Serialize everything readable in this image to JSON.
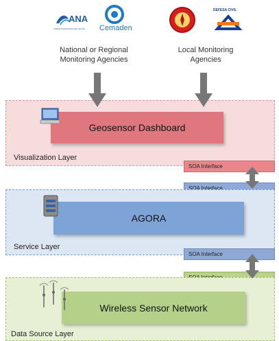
{
  "agencies": {
    "left_label_line1": "National or Regional",
    "left_label_line2": "Monitoring Agencies",
    "right_label_line1": "Local Monitoring",
    "right_label_line2": "Agencies"
  },
  "logos": {
    "ana_text": "ANA",
    "ana_subtext": "AGÊNCIA NACIONAL DE ÁGUAS",
    "cemaden_text": "Cemaden",
    "defesa_text": "DEFESA CIVIL"
  },
  "layers": {
    "visualization": {
      "label": "Visualization Layer",
      "block": "Geosensor Dashboard"
    },
    "service": {
      "label": "Service Layer",
      "block": "AGORA"
    },
    "data_source": {
      "label": "Data Source Layer",
      "block": "Wireless Sensor Network"
    }
  },
  "interfaces": {
    "soa_1": "SOA Interface",
    "soa_2": "SOA Interface",
    "soa_3": "SOA Interface",
    "soa_4": "SOA Interface"
  },
  "colors": {
    "visualization_fill": "#f6dcdc",
    "visualization_border": "#d8929a",
    "dashboard_block": "#e0777e",
    "service_fill": "#dde7f3",
    "service_border": "#7d9dc9",
    "agora_block": "#7ea3d6",
    "data_fill": "#e7efd5",
    "data_border": "#a6bf6d",
    "wsn_block": "#b5d089",
    "arrow": "#777777"
  },
  "icons": [
    "ana-logo-icon",
    "cemaden-logo-icon",
    "fire-department-logo-icon",
    "defesa-civil-logo-icon",
    "computer-icon",
    "server-icon",
    "sensor-antenna-icon"
  ]
}
